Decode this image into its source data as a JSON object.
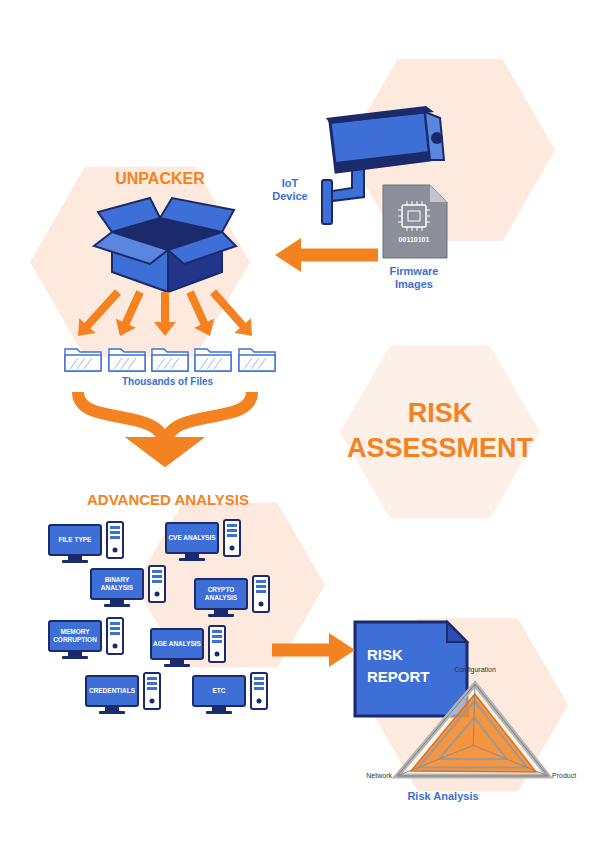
{
  "diagram": {
    "title": "RISK ASSESSMENT",
    "nodes": [
      {
        "text": [
          "IoT Device"
        ]
      },
      {
        "text": [
          "00110101",
          "Firmware Images"
        ]
      },
      {
        "text": [
          "UNPACKER"
        ]
      },
      {
        "text": [
          "Thousands of Files"
        ]
      },
      {
        "text": [
          "ADVANCED ANALYSIS"
        ]
      },
      {
        "text": [
          "FILE TYPE"
        ],
        "in": 4
      },
      {
        "text": [
          "CVE ANALYSIS"
        ],
        "in": 4
      },
      {
        "text": [
          "BINARY ANALYSIS"
        ],
        "in": 4
      },
      {
        "text": [
          "CRYPTO ANALYSIS"
        ],
        "in": 4
      },
      {
        "text": [
          "MEMORY CORRUPTION"
        ],
        "in": 4
      },
      {
        "text": [
          "AGE ANALYSIS"
        ],
        "in": 4
      },
      {
        "text": [
          "CREDENTIALS"
        ],
        "in": 4
      },
      {
        "text": [
          "ETC"
        ],
        "in": 4
      },
      {
        "text": [
          "RISK REPORT"
        ]
      },
      {
        "text": [
          "Configuration",
          "Network",
          "Product",
          "Risk Analysis"
        ]
      }
    ],
    "edges": [
      {
        "from": 1,
        "to": 2,
        "arrow": "to"
      },
      {
        "from": 2,
        "to": 3,
        "arrow": "to"
      },
      {
        "from": 3,
        "to": 4,
        "arrow": "to"
      },
      {
        "from": 4,
        "to": 13,
        "arrow": "to"
      }
    ]
  }
}
